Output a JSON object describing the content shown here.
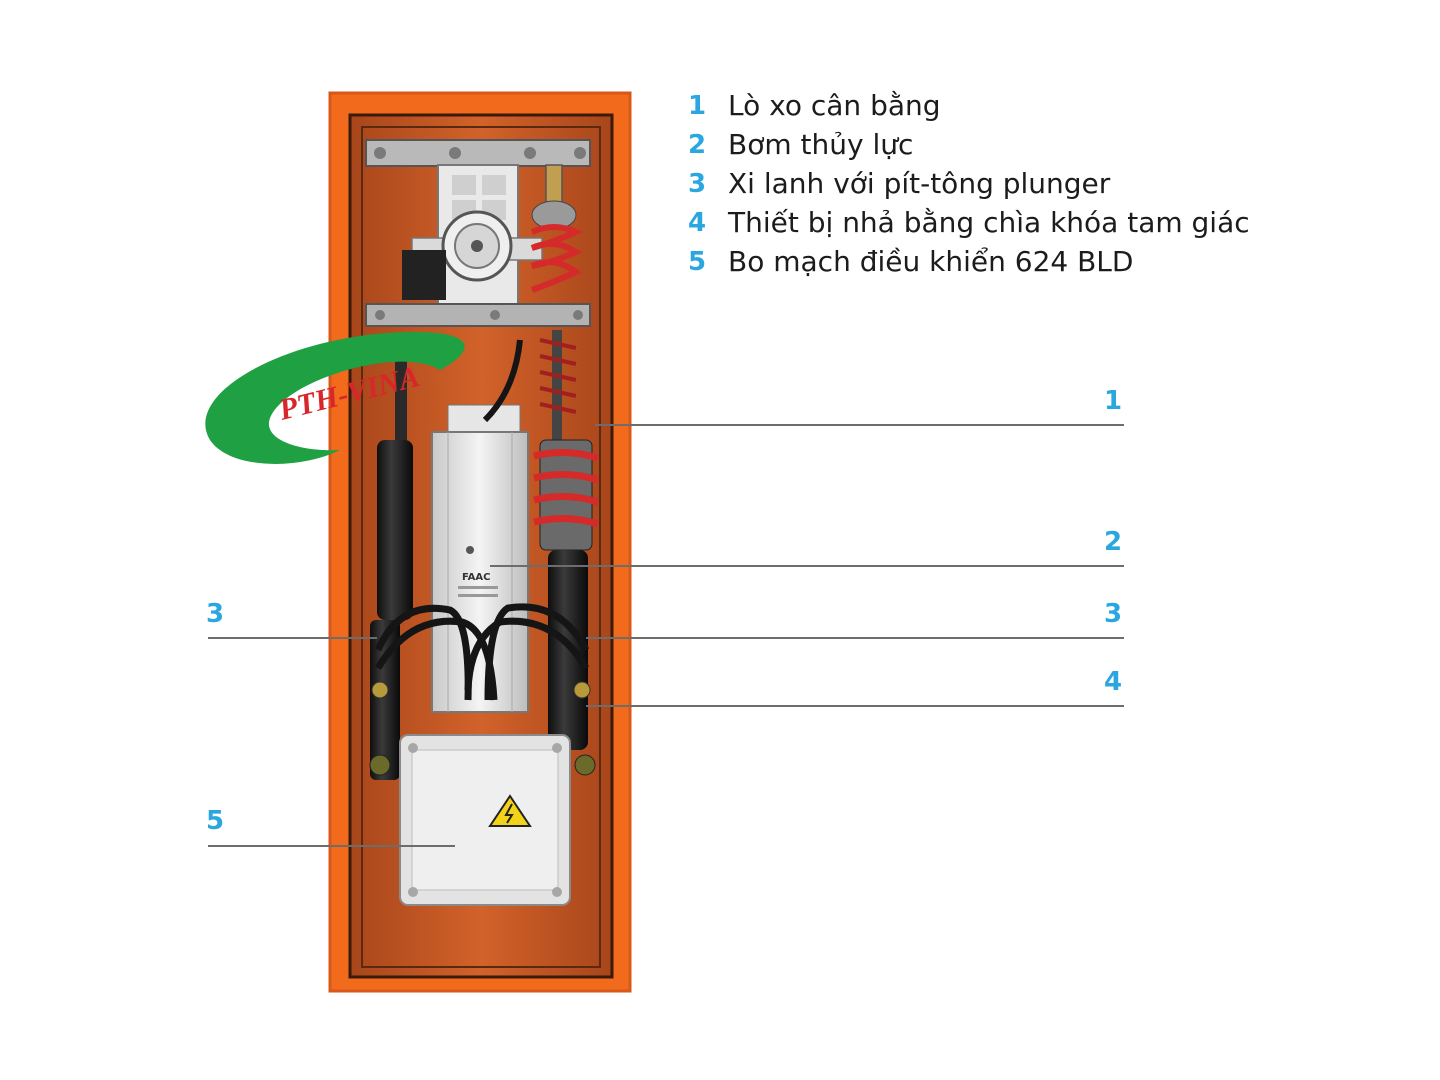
{
  "legend": [
    {
      "num": "1",
      "text": "Lò xo cân bằng"
    },
    {
      "num": "2",
      "text": "Bơm thủy lực"
    },
    {
      "num": "3",
      "text": "Xi lanh với pít-tông plunger"
    },
    {
      "num": "4",
      "text": "Thiết bị nhả bằng chìa khóa tam giác"
    },
    {
      "num": "5",
      "text": "Bo mạch điều khiển 624 BLD"
    }
  ],
  "callouts": {
    "spring": "1",
    "pump": "2",
    "cylinder_right": "3",
    "cylinder_left": "3",
    "release": "4",
    "board": "5"
  },
  "pump_brand": "FAAC",
  "watermark": {
    "text": "PTH-VINA",
    "ring_color": "#1fa043",
    "text_color": "#d8262b"
  },
  "colors": {
    "cabinet": "#f26a1b",
    "inner": "#c95a22",
    "accent_blue": "#2aa7df",
    "spring": "#d42a2a"
  }
}
